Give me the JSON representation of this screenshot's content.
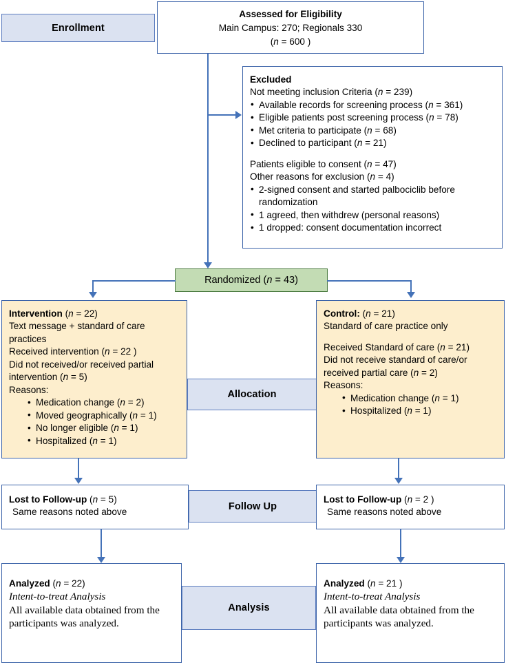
{
  "diagram": {
    "title": "CONSORT participant flow diagram",
    "colors": {
      "border_blue": "#3a62a8",
      "stage_label_fill": "#dbe2f1",
      "randomized_fill": "#c3dcb4",
      "allocation_fill": "#fdeecd",
      "connector": "#4472b8"
    }
  },
  "stages": {
    "enrollment": "Enrollment",
    "allocation": "Allocation",
    "follow_up": "Follow Up",
    "analysis": "Analysis"
  },
  "assessed": {
    "title": "Assessed for Eligibility",
    "line2": "Main Campus: 270; Regionals 330",
    "n_prefix": "(",
    "n_italic": "n",
    "n_value": " = 600 )"
  },
  "excluded": {
    "title": "Excluded",
    "line1_a": "Not meeting inclusion Criteria (",
    "line1_n": "n",
    "line1_b": " = 239)",
    "bullets": [
      {
        "a": "Available records for screening process (",
        "n": "n",
        "b": " = 361)"
      },
      {
        "a": "Eligible patients post screening process (",
        "n": "n",
        "b": " = 78)"
      },
      {
        "a": "Met criteria to participate (",
        "n": "n",
        "b": " = 68)"
      },
      {
        "a": "Declined to participant (",
        "n": "n",
        "b": " = 21)"
      }
    ],
    "line2_a": "Patients eligible to consent (",
    "line2_n": "n",
    "line2_b": " = 47)",
    "line3_a": "Other reasons for exclusion (",
    "line3_n": "n",
    "line3_b": " = 4)",
    "bullets2": [
      "2-signed consent and started palbociclib before randomization",
      "1 agreed, then withdrew (personal reasons)",
      "1 dropped: consent documentation incorrect"
    ]
  },
  "randomized": {
    "label_a": "Randomized (",
    "label_n": "n",
    "label_b": " = 43)"
  },
  "intervention": {
    "heading": "Intervention",
    "heading_n": "n",
    "heading_b": " = 22)",
    "heading_a": " (",
    "line1": "Text message + standard of care practices",
    "line2_a": "Received intervention (",
    "line2_n": "n",
    "line2_b": " = 22 )",
    "line3_a": "Did not received/or received partial intervention (",
    "line3_n": "n",
    "line3_b": " = 5)",
    "reasons_label": "Reasons:",
    "reasons": [
      {
        "a": "Medication change (",
        "n": "n",
        "b": " = 2)"
      },
      {
        "a": "Moved geographically (",
        "n": "n",
        "b": " = 1)"
      },
      {
        "a": "No longer eligible (",
        "n": "n",
        "b": " = 1)"
      },
      {
        "a": "Hospitalized (",
        "n": "n",
        "b": " = 1)"
      }
    ]
  },
  "control": {
    "heading": "Control:",
    "heading_a": " (",
    "heading_n": "n",
    "heading_b": " =  21)",
    "line1": "Standard of care practice only",
    "line2_a": "Received Standard of care (",
    "line2_n": "n",
    "line2_b": " = 21)",
    "line3_a": "Did not receive standard of care/or received partial care  (",
    "line3_n": "n",
    "line3_b": " = 2)",
    "reasons_label": "Reasons:",
    "reasons": [
      {
        "a": "Medication change (",
        "n": "n",
        "b": " = 1)"
      },
      {
        "a": "Hospitalized (",
        "n": "n",
        "b": " = 1)"
      }
    ]
  },
  "followup_left": {
    "title": "Lost to Follow-up",
    "title_a": " (",
    "title_n": "n",
    "title_b": " = 5)",
    "note": "Same reasons noted above"
  },
  "followup_right": {
    "title": "Lost to Follow-up",
    "title_a": " (",
    "title_n": "n",
    "title_b": " = 2 )",
    "note": "Same reasons noted above"
  },
  "analysis_left": {
    "title": "Analyzed",
    "title_a": "  (",
    "title_n": "n",
    "title_b": " = 22)",
    "subtitle": "Intent-to-treat Analysis",
    "body": "All available data obtained from the participants was analyzed."
  },
  "analysis_right": {
    "title": "Analyzed",
    "title_a": "  (",
    "title_n": "n",
    "title_b": " = 21 )",
    "subtitle": "Intent-to-treat Analysis",
    "body": "All available data obtained from the participants was analyzed."
  }
}
